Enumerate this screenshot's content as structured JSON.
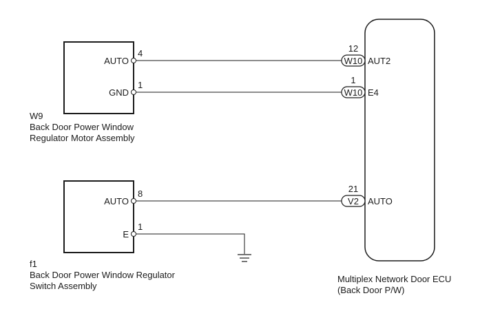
{
  "diagram": {
    "components": [
      {
        "id": "W9",
        "code": "W9",
        "name_line1": "Back Door Power Window",
        "name_line2": "Regulator Motor Assembly",
        "pins": [
          {
            "label": "AUTO",
            "number": "4"
          },
          {
            "label": "GND",
            "number": "1"
          }
        ]
      },
      {
        "id": "f1",
        "code": "f1",
        "name_line1": "Back Door Power Window Regulator",
        "name_line2": "Switch Assembly",
        "pins": [
          {
            "label": "AUTO",
            "number": "8"
          },
          {
            "label": "E",
            "number": "1"
          }
        ]
      },
      {
        "id": "ECU",
        "name_line1": "Multiplex Network Door ECU",
        "name_line2": "(Back Door P/W)",
        "pins": [
          {
            "label": "AUT2",
            "connector": "W10",
            "number": "12"
          },
          {
            "label": "E4",
            "connector": "W10",
            "number": "1"
          },
          {
            "label": "AUTO",
            "connector": "V2",
            "number": "21"
          }
        ]
      }
    ],
    "ground_symbol": "ground-icon"
  }
}
